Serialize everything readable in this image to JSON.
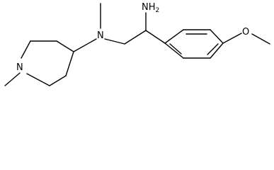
{
  "molecule": {
    "atoms": {
      "amine": {
        "element": "N",
        "hydrogens": "2"
      },
      "tertiary_amine": {
        "element": "N"
      },
      "ring_nitrogen": {
        "element": "N"
      },
      "ether_oxygen": {
        "element": "O"
      }
    }
  }
}
